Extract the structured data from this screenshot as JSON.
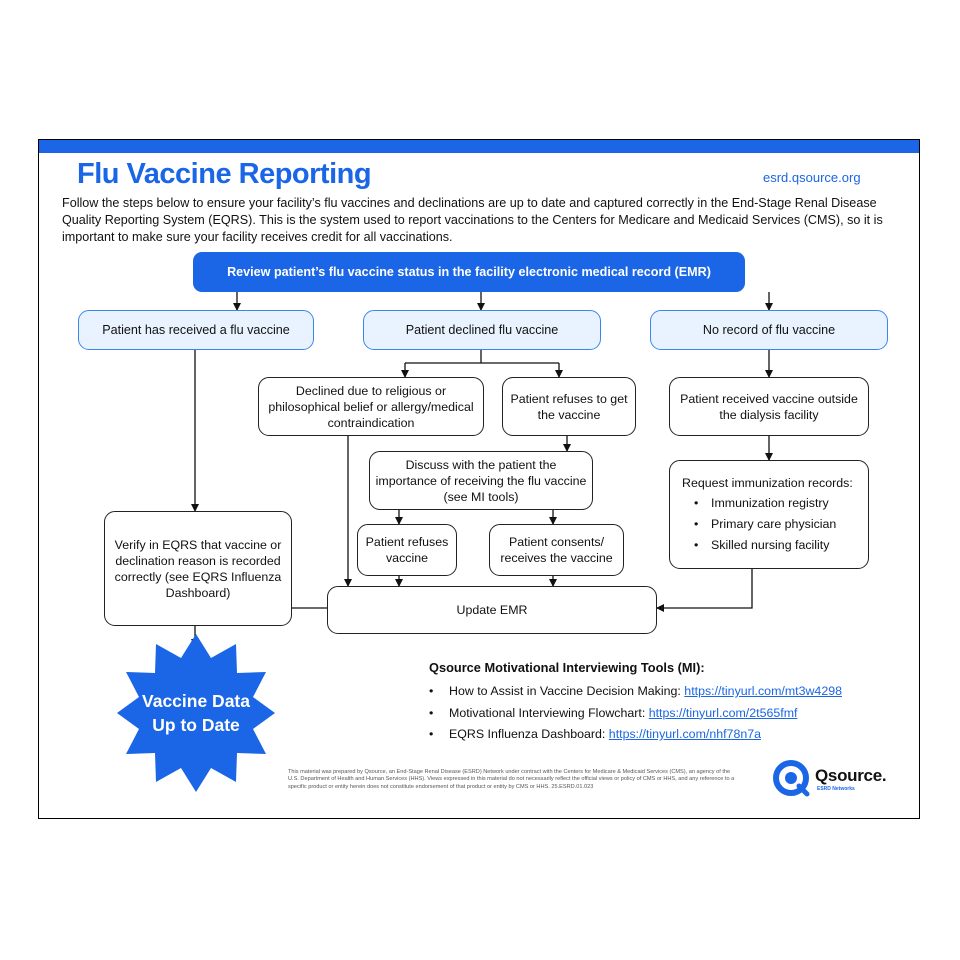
{
  "header": {
    "title": "Flu Vaccine Reporting",
    "site": "esrd.qsource.org",
    "intro": "Follow the steps below to ensure your facility’s flu vaccines and declinations are up to date and captured correctly in the End-Stage Renal Disease Quality Reporting System (EQRS). This is the system used to report vaccinations to the Centers for Medicare and Medicaid Services (CMS), so it is important to make sure your facility receives credit for all vaccinations."
  },
  "flow": {
    "review": "Review patient’s flu vaccine status in the facility electronic medical record (EMR)",
    "received": "Patient has received a flu vaccine",
    "declined": "Patient declined flu vaccine",
    "no_record": "No record of flu vaccine",
    "declined_reason": "Declined due to religious or philosophical belief or allergy/medical contraindication",
    "refuses_get": "Patient refuses to get the vaccine",
    "received_outside": "Patient received vaccine outside the dialysis facility",
    "discuss": "Discuss with the patient the importance of receiving the flu vaccine (see MI tools)",
    "request_title": "Request immunization records:",
    "request_items": [
      "Immunization registry",
      "Primary care physician",
      "Skilled nursing facility"
    ],
    "refuses_vaccine": "Patient refuses vaccine",
    "consents": "Patient consents/ receives the vaccine",
    "verify": "Verify in EQRS that vaccine or declination reason is recorded correctly (see EQRS Influenza Dashboard)",
    "update": "Update EMR",
    "final": "Vaccine Data Up to Date"
  },
  "mi_tools": {
    "title": "Qsource Motivational Interviewing Tools (MI):",
    "items": [
      {
        "label": "How to Assist in Vaccine Decision Making: ",
        "link": "https://tinyurl.com/mt3w4298"
      },
      {
        "label": "Motivational Interviewing Flowchart: ",
        "link": "https://tinyurl.com/2t565fmf"
      },
      {
        "label": "EQRS Influenza Dashboard: ",
        "link": "https://tinyurl.com/nhf78n7a"
      }
    ]
  },
  "footer": {
    "disclaimer": "This material was prepared by Qsource, an End-Stage Renal Disease (ESRD) Network under contract with the Centers for Medicare & Medicaid Services (CMS), an agency of the U.S. Department of Health and Human Services (HHS). Views expressed in this material do not necessarily reflect the official views or policy of CMS or HHS, and any reference to a specific product or entity herein does not constitute endorsement of that product or entity by CMS or HHS. 25.ESRD.01.023",
    "logo_name": "Qsource.",
    "logo_sub": "ESRD Networks"
  },
  "colors": {
    "brand_blue": "#1a66e6",
    "pill_fill": "#e9f3ff",
    "pill_border": "#3a86ef"
  }
}
